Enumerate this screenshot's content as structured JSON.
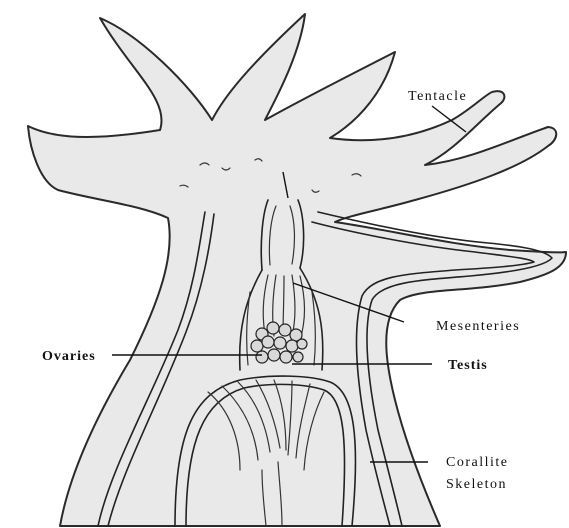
{
  "labels": {
    "tentacle": "Tentacle",
    "mesenteries": "Mesenteries",
    "ovaries": "Ovaries",
    "testis": "Testis",
    "corallite_line1": "Corallite",
    "corallite_line2": "Skeleton"
  }
}
